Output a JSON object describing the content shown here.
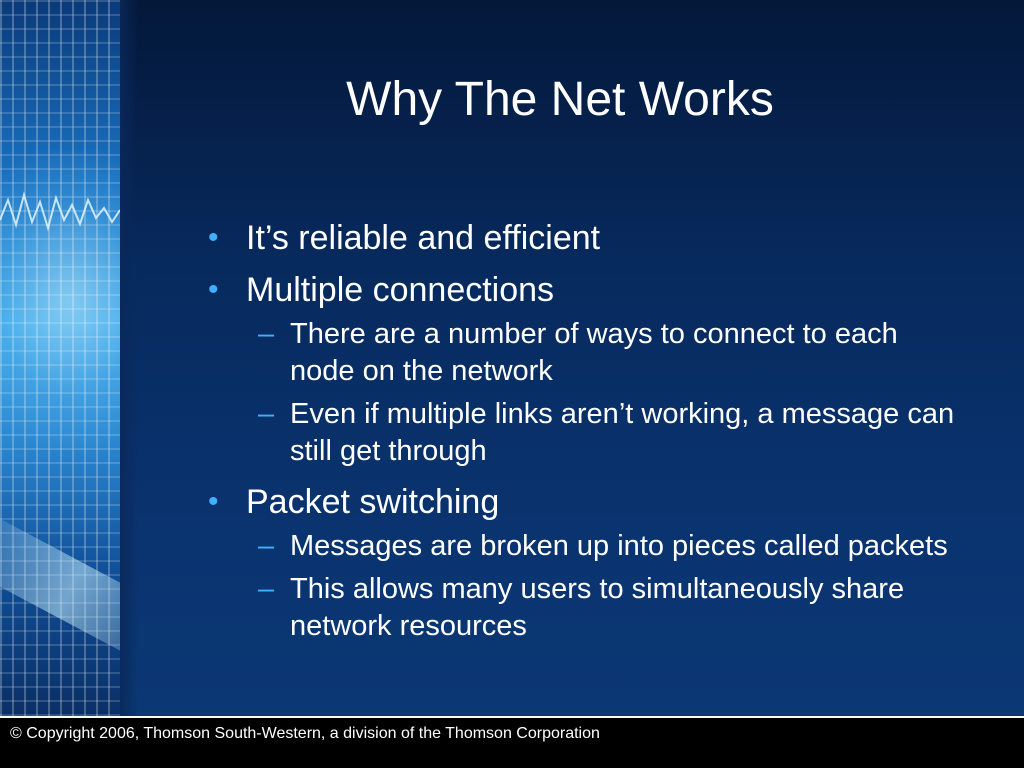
{
  "slide": {
    "title": "Why The Net Works",
    "bullets": [
      {
        "text": "It’s reliable and efficient",
        "subs": []
      },
      {
        "text": "Multiple connections",
        "subs": [
          "There are a number of ways to connect to each node on the network",
          "Even if multiple links aren’t working, a message can still get through"
        ]
      },
      {
        "text": "Packet switching",
        "subs": [
          "Messages are broken up into pieces called packets",
          "This allows many users to simultaneously share network resources"
        ]
      }
    ],
    "bullet_glyph": "•",
    "sub_glyph": "–"
  },
  "footer": {
    "copyright": "© Copyright 2006, Thomson South-Western, a division of the Thomson Corporation"
  },
  "colors": {
    "background": "#0a3470",
    "bullet": "#3fb0ff",
    "text": "#ffffff",
    "footer": "#000000"
  }
}
